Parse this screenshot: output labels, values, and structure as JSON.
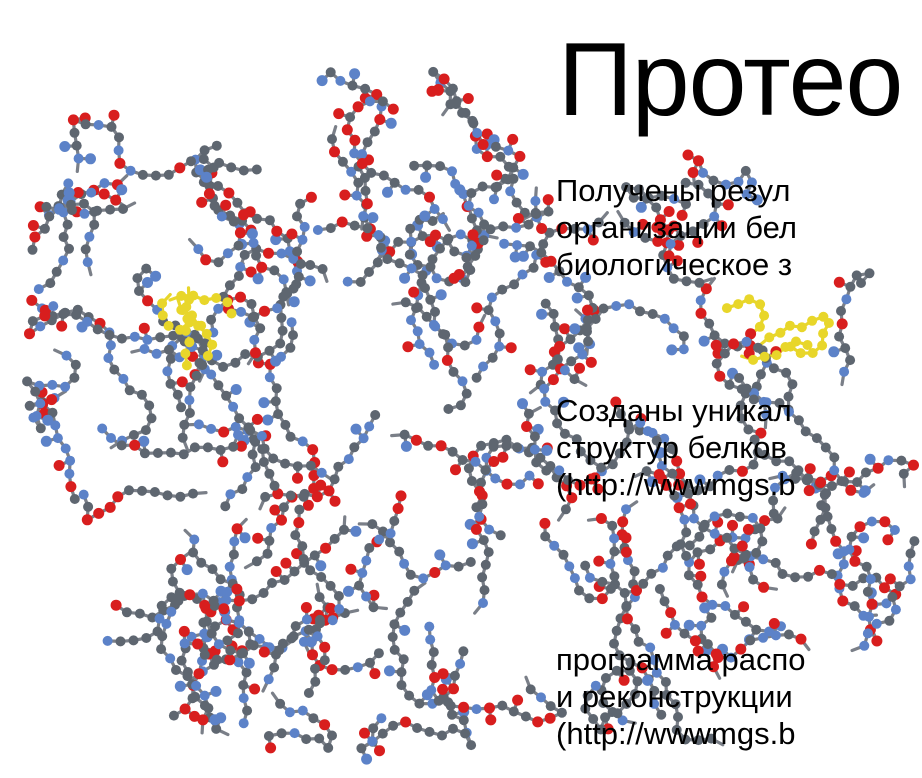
{
  "slide": {
    "title": "Протео",
    "paragraph1": [
      "Получены резул",
      "организации бел",
      "биологическое з"
    ],
    "paragraph2": [
      "Созданы уникал",
      "структур белков",
      "(http://wwwmgs.b"
    ],
    "paragraph3": [
      "программа распо",
      "и реконструкции",
      "(http://wwwmgs.b"
    ]
  },
  "colors": {
    "carbon": "#5e6670",
    "nitrogen": "#5c82c8",
    "oxygen": "#d81e1e",
    "highlight": "#e8d62a",
    "bond": "#7a7f88"
  }
}
